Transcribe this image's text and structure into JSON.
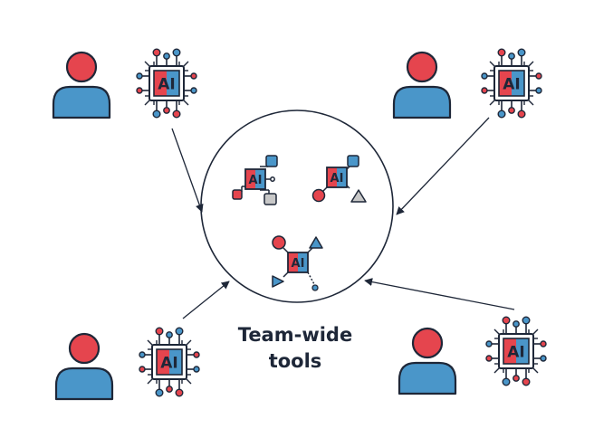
{
  "colors": {
    "ink": "#1e2738",
    "red": "#e5454e",
    "blue": "#4a96c9",
    "gray": "#c8c8c8"
  },
  "chip_label": "AI",
  "center": {
    "label_line1": "Team-wide",
    "label_line2": "tools"
  },
  "nodes": [
    {
      "person": "user-icon",
      "chip": "ai-chip-icon"
    },
    {
      "person": "user-icon",
      "chip": "ai-chip-icon"
    },
    {
      "person": "user-icon",
      "chip": "ai-chip-icon"
    },
    {
      "person": "user-icon",
      "chip": "ai-chip-icon"
    }
  ],
  "tools": [
    {
      "icon": "ai-workflow-icon"
    },
    {
      "icon": "ai-shapes-icon"
    },
    {
      "icon": "ai-network-icon"
    }
  ]
}
